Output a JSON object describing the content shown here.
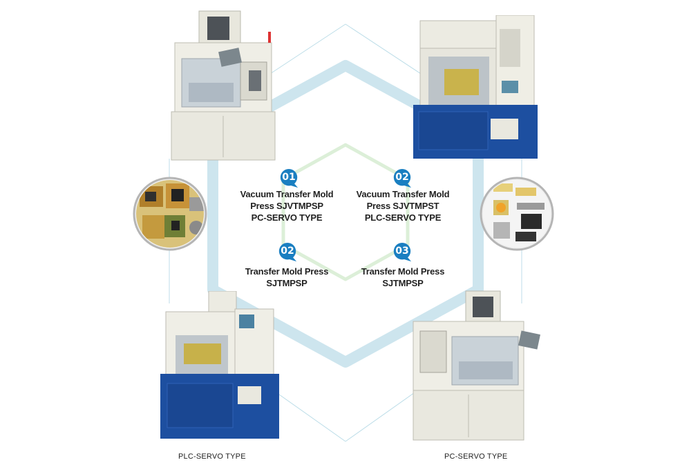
{
  "items": [
    {
      "number": "01",
      "lines": [
        "Vacuum Transfer Mold",
        "Press SJVTMPSP",
        "PC-SERVO TYPE"
      ]
    },
    {
      "number": "02",
      "lines": [
        "Vacuum Transfer Mold",
        "Press SJVTMPST",
        "PLC-SERVO TYPE"
      ]
    },
    {
      "number": "02",
      "lines": [
        "Transfer Mold Press",
        "SJTMPSP"
      ]
    },
    {
      "number": "03",
      "lines": [
        "Transfer Mold Press",
        "SJTMPSP"
      ]
    }
  ],
  "captions": {
    "bottom_left": "PLC-SERVO TYPE",
    "bottom_right": "PC-SERVO TYPE"
  },
  "colors": {
    "bubble": "#1a7fc1",
    "outer_hex": "#cde5ee",
    "inner_hex": "#dcefd8",
    "thin_lines": "#bcdde8",
    "machine_blue": "#1d4fa0",
    "machine_body": "#ecebe2"
  },
  "icons": [
    "machine-photo",
    "component-photo",
    "speech-bubble-icon"
  ]
}
